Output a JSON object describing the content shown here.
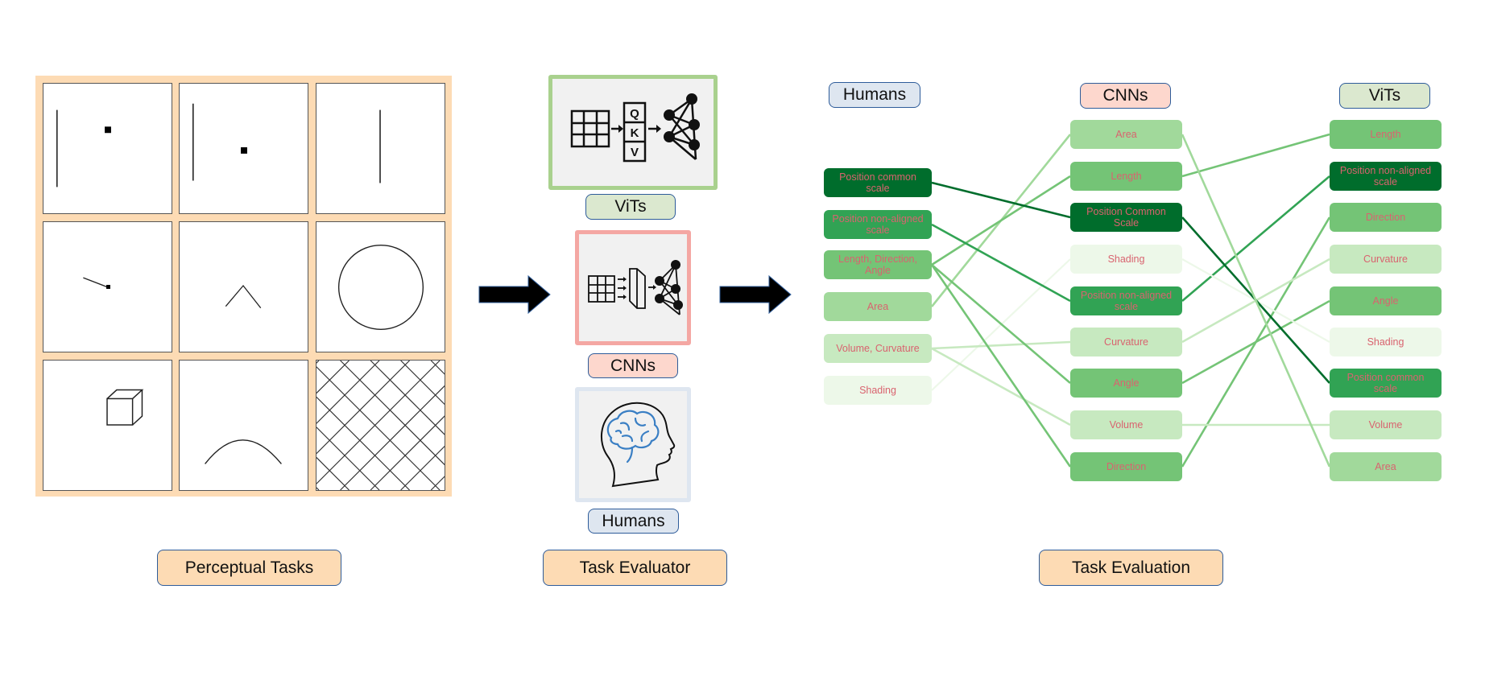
{
  "perceptual_tasks": {
    "label": "Perceptual Tasks",
    "stimuli": [
      {
        "name": "position-common-scale"
      },
      {
        "name": "position-non-aligned-scale"
      },
      {
        "name": "length"
      },
      {
        "name": "direction"
      },
      {
        "name": "angle"
      },
      {
        "name": "area"
      },
      {
        "name": "volume"
      },
      {
        "name": "curvature"
      },
      {
        "name": "shading"
      }
    ]
  },
  "task_evaluator": {
    "label": "Task Evaluator",
    "evaluators": [
      {
        "id": "vits",
        "label": "ViTs",
        "icon": "transformer-qkv-icon",
        "border_color": "#a9d18e",
        "label_bg": "#dbe8cf",
        "qkv": [
          "Q",
          "K",
          "V"
        ]
      },
      {
        "id": "cnns",
        "label": "CNNs",
        "icon": "cnn-icon",
        "border_color": "#f4a7a3",
        "label_bg": "#fdd7cd"
      },
      {
        "id": "humans",
        "label": "Humans",
        "icon": "human-brain-icon",
        "border_color": "#dee6f0",
        "label_bg": "#dee6f0"
      }
    ]
  },
  "task_evaluation": {
    "label": "Task Evaluation",
    "palette": {
      "1": "#006d2c",
      "2": "#31a354",
      "3": "#74c476",
      "4": "#a1d99b",
      "5": "#c7e9c0",
      "6": "#edf8e9"
    },
    "text_color": "#d9636f",
    "columns": [
      {
        "id": "humans",
        "header": "Humans",
        "header_bg": "#dee6f0",
        "nodes": [
          {
            "label": "Position common scale",
            "level": 1,
            "tasks": [
              "pcs"
            ]
          },
          {
            "label": "Position non-aligned scale",
            "level": 2,
            "tasks": [
              "pnas"
            ]
          },
          {
            "label": "Length, Direction, Angle",
            "level": 3,
            "tasks": [
              "length",
              "direction",
              "angle"
            ]
          },
          {
            "label": "Area",
            "level": 4,
            "tasks": [
              "area"
            ]
          },
          {
            "label": "Volume, Curvature",
            "level": 5,
            "tasks": [
              "volume",
              "curvature"
            ]
          },
          {
            "label": "Shading",
            "level": 6,
            "tasks": [
              "shading"
            ]
          }
        ]
      },
      {
        "id": "cnns",
        "header": "CNNs",
        "header_bg": "#fdd7cd",
        "nodes": [
          {
            "label": "Area",
            "level": 4,
            "tasks": [
              "area"
            ]
          },
          {
            "label": "Length",
            "level": 3,
            "tasks": [
              "length"
            ]
          },
          {
            "label": "Position Common Scale",
            "level": 1,
            "tasks": [
              "pcs"
            ]
          },
          {
            "label": "Shading",
            "level": 6,
            "tasks": [
              "shading"
            ]
          },
          {
            "label": "Position non-aligned scale",
            "level": 2,
            "tasks": [
              "pnas"
            ]
          },
          {
            "label": "Curvature",
            "level": 5,
            "tasks": [
              "curvature"
            ]
          },
          {
            "label": "Angle",
            "level": 3,
            "tasks": [
              "angle"
            ]
          },
          {
            "label": "Volume",
            "level": 5,
            "tasks": [
              "volume"
            ]
          },
          {
            "label": "Direction",
            "level": 3,
            "tasks": [
              "direction"
            ]
          }
        ]
      },
      {
        "id": "vits",
        "header": "ViTs",
        "header_bg": "#dbe8cf",
        "nodes": [
          {
            "label": "Length",
            "level": 3,
            "tasks": [
              "length"
            ]
          },
          {
            "label": "Position non-aligned scale",
            "level": 1,
            "tasks": [
              "pnas"
            ]
          },
          {
            "label": "Direction",
            "level": 3,
            "tasks": [
              "direction"
            ]
          },
          {
            "label": "Curvature",
            "level": 5,
            "tasks": [
              "curvature"
            ]
          },
          {
            "label": "Angle",
            "level": 3,
            "tasks": [
              "angle"
            ]
          },
          {
            "label": "Shading",
            "level": 6,
            "tasks": [
              "shading"
            ]
          },
          {
            "label": "Position common scale",
            "level": 2,
            "tasks": [
              "pcs"
            ]
          },
          {
            "label": "Volume",
            "level": 5,
            "tasks": [
              "volume"
            ]
          },
          {
            "label": "Area",
            "level": 4,
            "tasks": [
              "area"
            ]
          }
        ]
      }
    ]
  }
}
